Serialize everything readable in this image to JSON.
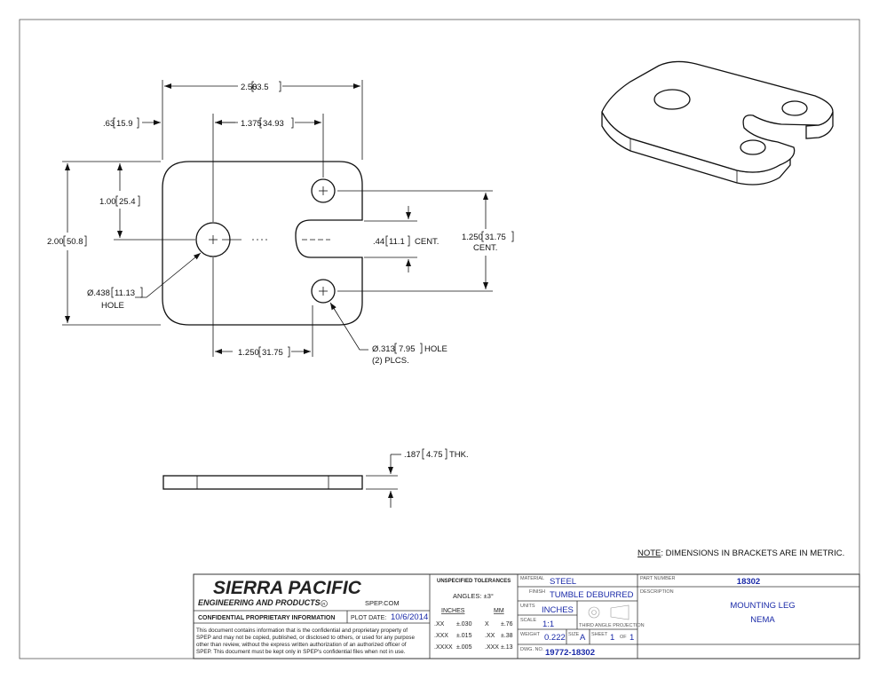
{
  "dims": {
    "overall_width": "2.50",
    "overall_width_mm": "63.5",
    "left_offset": ".63",
    "left_offset_mm": "15.9",
    "slot_x": "1.375",
    "slot_x_mm": "34.93",
    "top_offset": "1.00",
    "top_offset_mm": "25.4",
    "overall_height": "2.00",
    "overall_height_mm": "50.8",
    "slot_width": ".44",
    "slot_width_mm": "11.1",
    "slot_width_suffix": "CENT.",
    "hole_spacing": "1.250",
    "hole_spacing_mm": "31.75",
    "hole_spacing_suffix": "CENT.",
    "large_hole": "Ø.438",
    "large_hole_mm": "11.13",
    "large_hole_suffix": "HOLE",
    "bottom_spacing": "1.250",
    "bottom_spacing_mm": "31.75",
    "small_hole": "Ø.313",
    "small_hole_mm": "7.95",
    "small_hole_suffix": "HOLE",
    "small_hole_qty": "(2) PLCS.",
    "thickness": ".187",
    "thickness_mm": "4.75",
    "thickness_suffix": "THK."
  },
  "note": {
    "label": "NOTE",
    "text": ": DIMENSIONS IN BRACKETS ARE IN METRIC."
  },
  "title_block": {
    "company": "SIERRA PACIFIC",
    "subtitle": "ENGINEERING AND PRODUCTS",
    "registered": "R",
    "website": "SPEP.COM",
    "confidential_label": "CONFIDENTIAL PROPRIETARY INFORMATION",
    "plot_date_label": "PLOT DATE:",
    "plot_date": "10/6/2014",
    "disclaimer_lines": [
      "This document contains information that is the confidential and proprietary property of",
      "SPEP and may not be copied, published, or disclosed to others, or used for any purpose",
      "other than review, without the express written authorization of an authorized officer of",
      "SPEP. This document must be kept only in SPEP's confidential files when not in use."
    ],
    "tolerances_title": "UNSPECIFIED TOLERANCES",
    "angles": "ANGLES: ±3°",
    "inches_header": "INCHES",
    "mm_header": "MM",
    "tol_rows": [
      {
        "in_fmt": ".XX",
        "in_val": "±.030",
        "mm_fmt": "X",
        "mm_val": "±.76"
      },
      {
        "in_fmt": ".XXX",
        "in_val": "±.015",
        "mm_fmt": ".XX",
        "mm_val": "±.38"
      },
      {
        "in_fmt": ".XXXX",
        "in_val": "±.005",
        "mm_fmt": ".XXX",
        "mm_val": "±.13"
      }
    ],
    "material_label": "MATERIAL",
    "material": "STEEL",
    "finish_label": "FINISH",
    "finish": "TUMBLE DEBURRED",
    "units_label": "UNITS",
    "units": "INCHES",
    "scale_label": "SCALE",
    "scale": "1:1",
    "projection_label": "THIRD ANGLE PROJECTION",
    "weight_label": "WEIGHT",
    "weight": "0.222",
    "size_label": "SIZE",
    "size": "A",
    "sheet_label": "SHEET",
    "sheet": "1",
    "of_label": "OF",
    "sheet_total": "1",
    "dwg_label": "DWG. NO.",
    "dwg_no": "19772-18302",
    "part_number_label": "PART NUMBER",
    "part_number": "18302",
    "description_label": "DESCRIPTION",
    "description_line1": "MOUNTING LEG",
    "description_line2": "NEMA"
  }
}
